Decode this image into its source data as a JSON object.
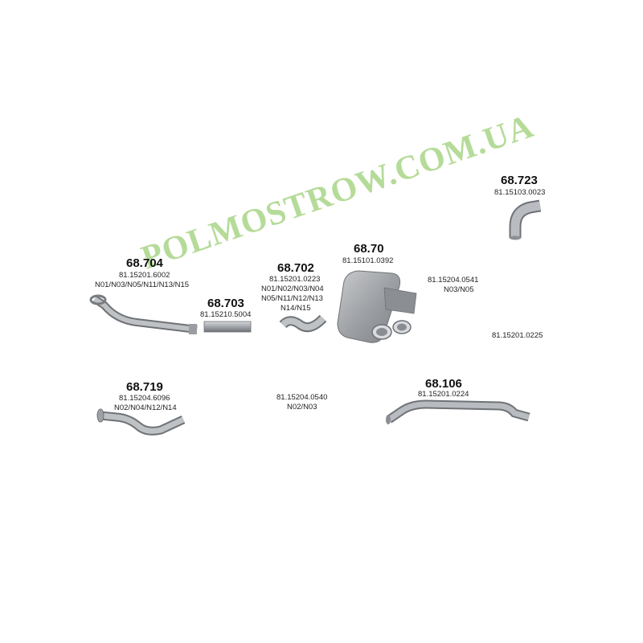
{
  "parts": [
    {
      "id": "p723",
      "code": "68.723",
      "oem": "81.15103.0023",
      "variants": []
    },
    {
      "id": "p704",
      "code": "68.704",
      "oem": "81.15201.6002",
      "variants": [
        "N01/N03/N05/N11/N13/N15"
      ]
    },
    {
      "id": "p703",
      "code": "68.703",
      "oem": "81.15210.5004",
      "variants": []
    },
    {
      "id": "p702",
      "code": "68.702",
      "oem": "81.15201.0223",
      "variants": [
        "N01/N02/N03/N04",
        "N05/N11/N12/N13",
        "N14/N15"
      ]
    },
    {
      "id": "p70",
      "code": "68.70",
      "oem": "81.15101.0392",
      "variants": []
    },
    {
      "id": "p719",
      "code": "68.719",
      "oem": "81.15204.6096",
      "variants": [
        "N02/N04/N12/N14"
      ]
    },
    {
      "id": "p106",
      "code": "68.106",
      "oem": "81.15201.0224",
      "variants": []
    }
  ],
  "extra_refs": [
    {
      "oem": "81.15204.0541",
      "variants": [
        "N03/N05"
      ]
    },
    {
      "oem": "81.15201.0225",
      "variants": []
    },
    {
      "oem": "81.15204.0540",
      "variants": [
        "N02/N03"
      ]
    }
  ],
  "watermark": "POLMOSTROW.COM.UA",
  "colors": {
    "pipe": "#a9acb0",
    "pipe_dark": "#6f7276",
    "watermark": "#7fbe46"
  }
}
